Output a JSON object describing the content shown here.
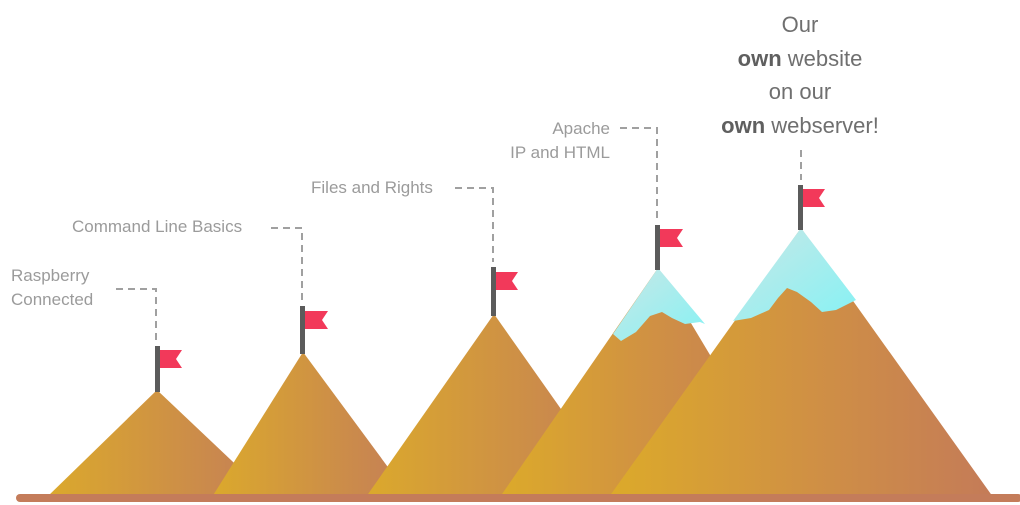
{
  "milestones": [
    {
      "label_lines": [
        "Raspberry",
        "Connected"
      ]
    },
    {
      "label_lines": [
        "Command Line Basics"
      ]
    },
    {
      "label_lines": [
        "Files and Rights"
      ]
    },
    {
      "label_lines": [
        "Apache",
        "IP and HTML"
      ]
    }
  ],
  "goal": {
    "line1": "Our",
    "line2_bold": "own",
    "line2_rest": " website",
    "line3": "on our",
    "line4_bold": "own",
    "line4_rest": " webserver!"
  },
  "colors": {
    "mountain_light": "#d9a62e",
    "mountain_dark": "#c47f55",
    "snow": "#a8eef0",
    "flag": "#f2395a",
    "pole": "#5b5b5b",
    "ground": "#c47c5a",
    "dashed_line": "#9b9b9b",
    "label_text": "#9b9b9b",
    "goal_text": "#6f6f6f"
  },
  "icons": [
    "flag-icon"
  ]
}
